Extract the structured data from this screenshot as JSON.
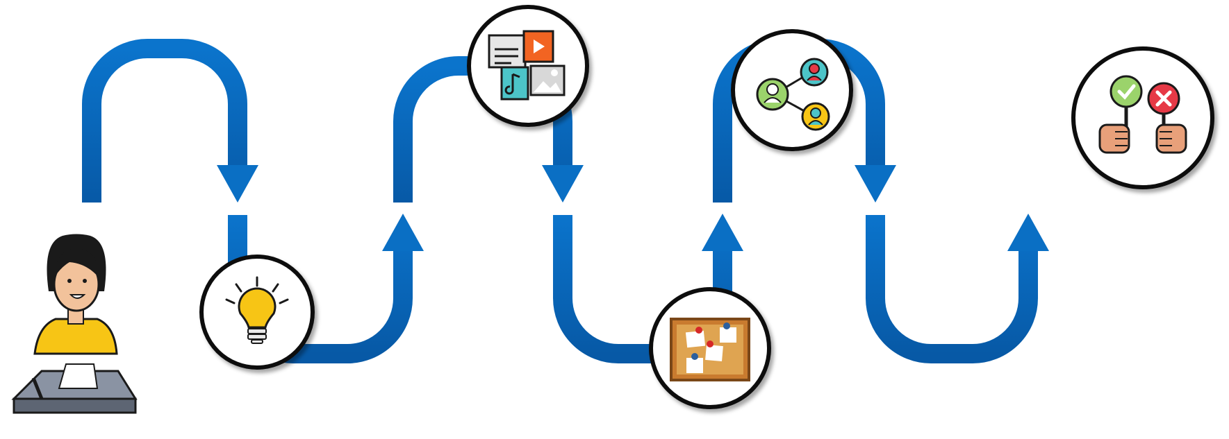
{
  "diagram": {
    "type": "process-flow",
    "colors": {
      "path": "#0a6fc4",
      "path_dark": "#07549a",
      "node_border": "#111111",
      "node_fill": "#ffffff"
    },
    "nodes": [
      {
        "id": "student",
        "icon": "student-at-desk-icon"
      },
      {
        "id": "idea",
        "icon": "lightbulb-icon"
      },
      {
        "id": "media",
        "icon": "media-files-icon"
      },
      {
        "id": "board",
        "icon": "cork-board-icon"
      },
      {
        "id": "network",
        "icon": "people-network-icon"
      },
      {
        "id": "vote",
        "icon": "approve-reject-vote-icon"
      }
    ]
  }
}
